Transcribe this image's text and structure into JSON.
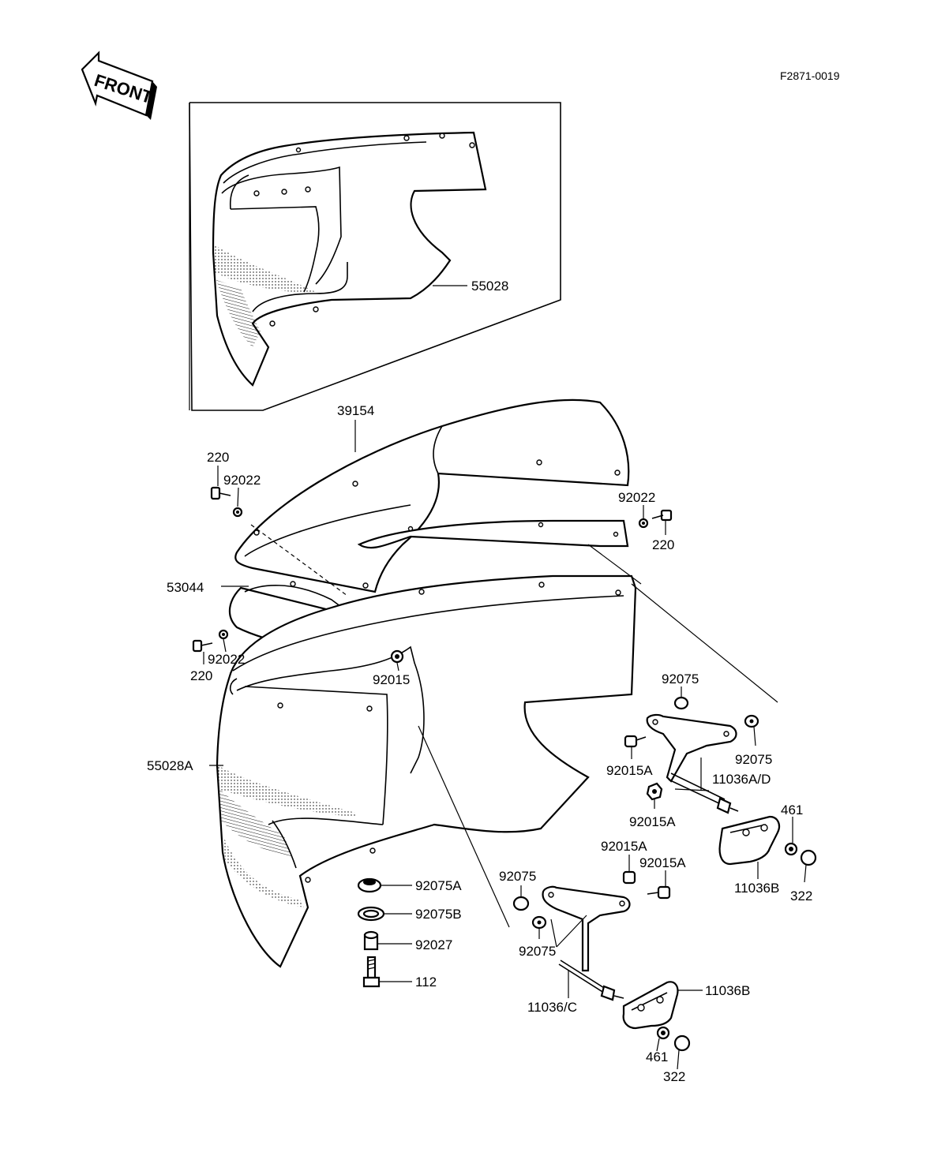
{
  "header": {
    "front_arrow": "FRONT",
    "drawing_code": "F2871-0019"
  },
  "parts": {
    "p55028": "55028",
    "p39154": "39154",
    "p220_tl": "220",
    "p92022_tl": "92022",
    "p92022_tr": "92022",
    "p220_tr": "220",
    "p53044": "53044",
    "p92022_ml": "92022",
    "p220_ml": "220",
    "p92015": "92015",
    "p92075_top": "92075",
    "p92075_right": "92075",
    "p92015A_1": "92015A",
    "p11036AD": "11036A/D",
    "p92015A_2": "92015A",
    "p461_r": "461",
    "p55028A": "55028A",
    "p92015A_3": "92015A",
    "p92015A_4": "92015A",
    "p11036B_r": "11036B",
    "p322_r": "322",
    "p92075_left": "92075",
    "p92075A": "92075A",
    "p92075B": "92075B",
    "p92027": "92027",
    "p92075_bl": "92075",
    "p112": "112",
    "p11036C": "11036/C",
    "p11036B_b": "11036B",
    "p461_b": "461",
    "p322_b": "322"
  },
  "icons": {
    "front": "front-arrow-icon"
  }
}
